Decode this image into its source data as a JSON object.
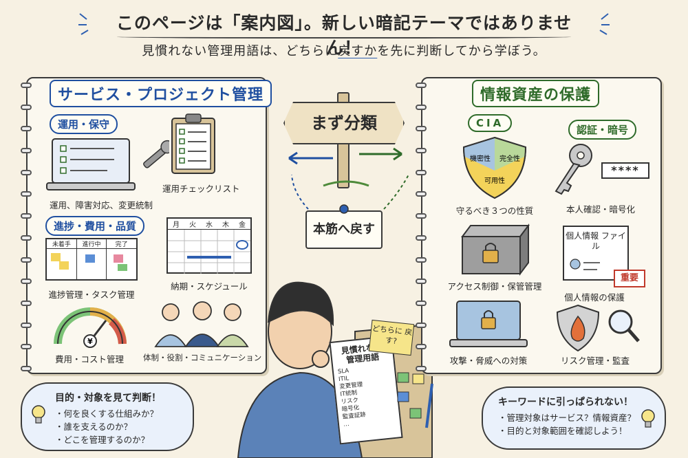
{
  "header": {
    "title": "このページは「案内図」。新しい暗記テーマではありません！",
    "subtitle_pre": "見慣れない管理用語は、どちらに",
    "subtitle_em": "戻すか",
    "subtitle_post": "を先に判断してから学ぼう。"
  },
  "left_notebook": {
    "title": "サービス・プロジェクト管理",
    "section1": "運用・保守",
    "caption_laptop": "運用、障害対応、変更統制",
    "caption_clipboard": "運用チェックリスト",
    "section2": "進捗・費用・品質",
    "kanban_cols": [
      "未着手",
      "進行中",
      "完了"
    ],
    "caption_kanban": "進捗管理・タスク管理",
    "calendar_days": [
      "月",
      "火",
      "水",
      "木",
      "金"
    ],
    "caption_calendar": "納期・スケジュール",
    "gauge_symbol": "¥",
    "caption_gauge": "費用・コスト管理",
    "caption_team": "体制・役割・コミュニケーション"
  },
  "center": {
    "sign": "まず分類",
    "note": "本筋へ戻す",
    "sticky": "どちらに 戻す?",
    "paper_title": "見慣れない 管理用語",
    "paper_items": [
      "SLA",
      "ITIL",
      "変更管理",
      "IT統制",
      "リスク",
      "暗号化",
      "監査証跡",
      "…"
    ]
  },
  "right_notebook": {
    "title": "情報資産の保護",
    "section_cia": "CIA",
    "shield_labels": [
      "機密性",
      "完全性",
      "可用性"
    ],
    "caption_shield": "守るべき３つの性質",
    "section_auth": "認証・暗号",
    "password_mask": "****",
    "caption_key": "本人確認・暗号化",
    "caption_safe": "アクセス制御・保管管理",
    "doc_title": "個人情報 ファイル",
    "stamp": "重要",
    "caption_doc": "個人情報の保護",
    "caption_laptop": "攻撃・脅威への対策",
    "caption_risk": "リスク管理・監査"
  },
  "bottom_left": {
    "title": "目的・対象を見て判断！",
    "items": [
      "何を良くする仕組みか？",
      "誰を支えるのか？",
      "どこを管理するのか？"
    ]
  },
  "bottom_right": {
    "title": "キーワードに引っぱられない！",
    "items": [
      "管理対象はサービス？情報資産？",
      "目的と対象範囲を確認しよう！"
    ]
  },
  "colors": {
    "blue": "#1f4fa0",
    "green": "#2f6b2a",
    "paper": "#fbf8ef",
    "background": "#f7f1e3",
    "stamp": "#c0392b"
  }
}
